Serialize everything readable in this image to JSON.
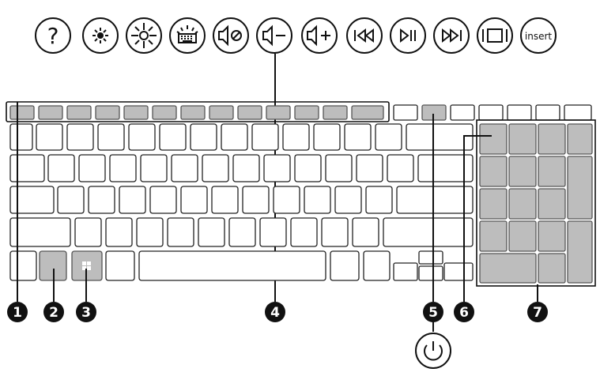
{
  "top_icon_keys": [
    {
      "icon": "help-question-icon",
      "label": "?"
    },
    {
      "icon": "brightness-down-icon",
      "label": ""
    },
    {
      "icon": "brightness-up-icon",
      "label": ""
    },
    {
      "icon": "keyboard-backlight-icon",
      "label": ""
    },
    {
      "icon": "mute-icon",
      "label": ""
    },
    {
      "icon": "volume-down-icon",
      "label": ""
    },
    {
      "icon": "volume-up-icon",
      "label": ""
    },
    {
      "icon": "previous-track-icon",
      "label": ""
    },
    {
      "icon": "play-pause-icon",
      "label": ""
    },
    {
      "icon": "next-track-icon",
      "label": ""
    },
    {
      "icon": "switch-screen-icon",
      "label": ""
    },
    {
      "icon": "insert-key",
      "label": "insert"
    }
  ],
  "callouts": [
    "1",
    "2",
    "3",
    "4",
    "5",
    "6",
    "7"
  ],
  "power_icon": "power-icon",
  "colors": {
    "highlight": "#bdbdbd",
    "outline": "#111111"
  }
}
